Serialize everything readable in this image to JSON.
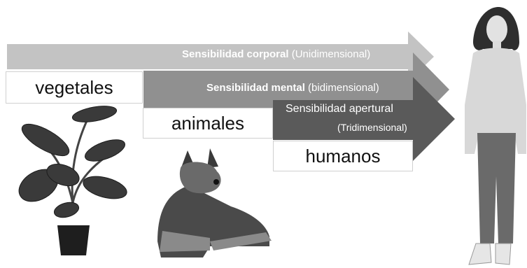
{
  "arrows": [
    {
      "title": "Sensibilidad corporal",
      "subtitle": "(Unidimensional)",
      "color": "#c3c3c3"
    },
    {
      "title": "Sensibilidad mental",
      "subtitle": "(bidimensional)",
      "color": "#909090"
    },
    {
      "title": "Sensibilidad apertural",
      "subtitle": "(Tridimensional)",
      "color": "#5a5a5a"
    }
  ],
  "labels": {
    "vegetales": "vegetales",
    "animales": "animales",
    "humanos": "humanos"
  },
  "images": {
    "plant": "plant-illustration",
    "dog": "german-shepherd-illustration",
    "person": "standing-woman-illustration"
  }
}
